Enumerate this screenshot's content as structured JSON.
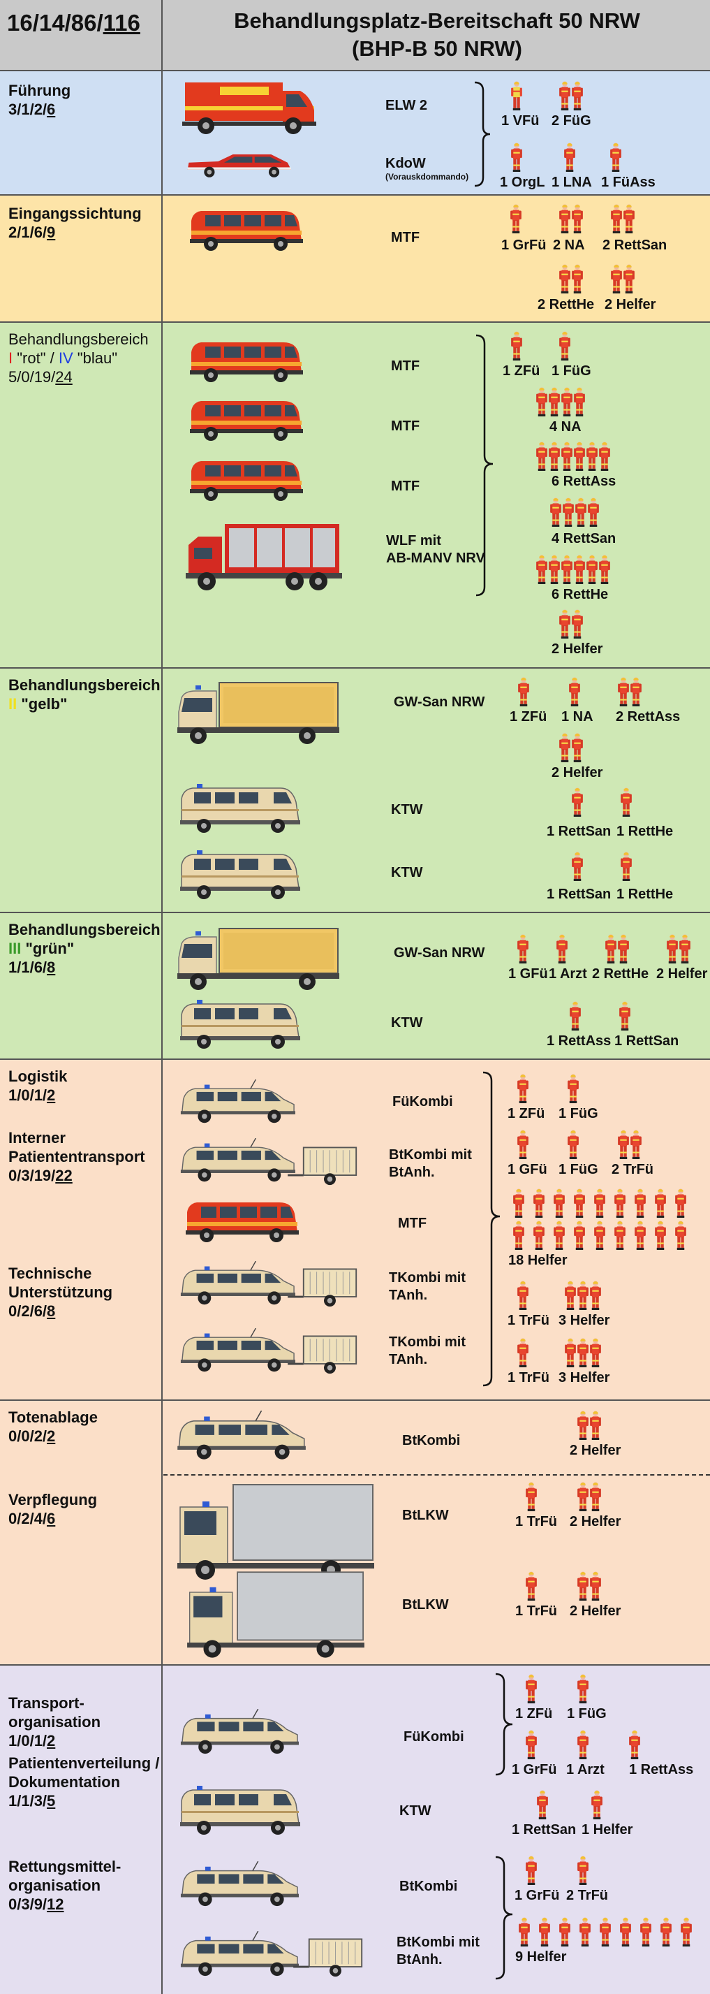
{
  "header": {
    "code_prefix": "16/14/86/",
    "code_total": "116",
    "title_line1": "Behandlungsplatz-Bereitschaft 50 NRW",
    "title_line2": "(BHP-B 50 NRW)"
  },
  "colors": {
    "header": "#c9c9c9",
    "blue": "#cfdff3",
    "yellow": "#fde4a8",
    "green": "#cfe8b5",
    "peach": "#fbdfc8",
    "lavender": "#e4dff0",
    "person": "#e8452f",
    "fire": "#e23a1e",
    "tan": "#e9d7ae"
  },
  "sections": {
    "fuehrung": {
      "title": "Führung",
      "code_prefix": "3/1/2/",
      "code_total": "6",
      "vehicles": [
        "ELW 2",
        "KdoW"
      ],
      "kdow_note": "(Vorauskdommando)",
      "personnel": [
        "1 VFü",
        "2 FüG",
        "1 OrgL",
        "1 LNA",
        "1 FüAss"
      ]
    },
    "eingang": {
      "title": "Eingangssichtung",
      "code_prefix": "2/1/6/",
      "code_total": "9",
      "vehicles": [
        "MTF"
      ],
      "personnel": [
        "1 GrFü",
        "2 NA",
        "2 RettSan",
        "2 RettHe",
        "2 Helfer"
      ]
    },
    "rotblau": {
      "title": "Behandlungsbereich",
      "roman1": "I",
      "q1": " \"rot\" / ",
      "roman2": "IV",
      "q2": " \"blau\"",
      "code_prefix": "5/0/19/",
      "code_total": "24",
      "vehicles": [
        "MTF",
        "MTF",
        "MTF",
        "WLF mit",
        "AB-MANV NRV"
      ],
      "personnel": [
        "1 ZFü",
        "1 FüG",
        "4 NA",
        "6 RettAss",
        "4 RettSan",
        "6 RettHe",
        "2 Helfer"
      ]
    },
    "gelb": {
      "title": "Behandlungsbereich",
      "roman": "II",
      "q": " \"gelb\"",
      "vehicles": [
        "GW-San NRW",
        "KTW",
        "KTW"
      ],
      "personnel": [
        "1 ZFü",
        "1 NA",
        "2 RettAss",
        "2 Helfer",
        "1 RettSan",
        "1 RettHe",
        "1 RettSan",
        "1 RettHe"
      ]
    },
    "gruen": {
      "title": "Behandlungsbereich",
      "roman": "III",
      "q": " \"grün\"",
      "code_prefix": "1/1/6/",
      "code_total": "8",
      "vehicles": [
        "GW-San NRW",
        "KTW"
      ],
      "personnel": [
        "1 GFü",
        "1 Arzt",
        "2 RettHe",
        "2 Helfer",
        "1 RettAss",
        "1 RettSan"
      ]
    },
    "logistik": {
      "title": "Logistik",
      "code_prefix": "1/0/1/",
      "code_total": "2",
      "title2a": "Interner",
      "title2b": "Patiententransport",
      "code2_prefix": "0/3/19/",
      "code2_total": "22",
      "title3a": "Technische",
      "title3b": "Unterstützung",
      "code3_prefix": "0/2/6/",
      "code3_total": "8",
      "vehicles": [
        "FüKombi",
        "BtKombi mit",
        "BtAnh.",
        "MTF",
        "TKombi mit",
        "TAnh.",
        "TKombi mit",
        "TAnh."
      ],
      "personnel": [
        "1 ZFü",
        "1 FüG",
        "1 GFü",
        "1 FüG",
        "2 TrFü",
        "18 Helfer",
        "1 TrFü",
        "3 Helfer",
        "1 TrFü",
        "3 Helfer"
      ]
    },
    "totenablage": {
      "title": "Totenablage",
      "code_prefix": "0/0/2/",
      "code_total": "2",
      "title2": "Verpflegung",
      "code2_prefix": "0/2/4/",
      "code2_total": "6",
      "vehicles": [
        "BtKombi",
        "BtLKW",
        "BtLKW"
      ],
      "personnel": [
        "2 Helfer",
        "1 TrFü",
        "2 Helfer",
        "1 TrFü",
        "2 Helfer"
      ]
    },
    "transport": {
      "title1a": "Transport-",
      "title1b": "organisation",
      "code_prefix": "1/0/1/",
      "code_total": "2",
      "title2a": "Patientenverteilung /",
      "title2b": "Dokumentation",
      "code2_prefix": "1/1/3/",
      "code2_total": "5",
      "title3a": "Rettungsmittel-",
      "title3b": "organisation",
      "code3_prefix": "0/3/9/",
      "code3_total": "12",
      "vehicles": [
        "FüKombi",
        "KTW",
        "BtKombi",
        "BtKombi mit",
        "BtAnh."
      ],
      "personnel": [
        "1 ZFü",
        "1 FüG",
        "1 GrFü",
        "1 Arzt",
        "1 RettAss",
        "1 RettSan",
        "1 Helfer",
        "1 GrFü",
        "2 TrFü",
        "9 Helfer"
      ]
    }
  }
}
